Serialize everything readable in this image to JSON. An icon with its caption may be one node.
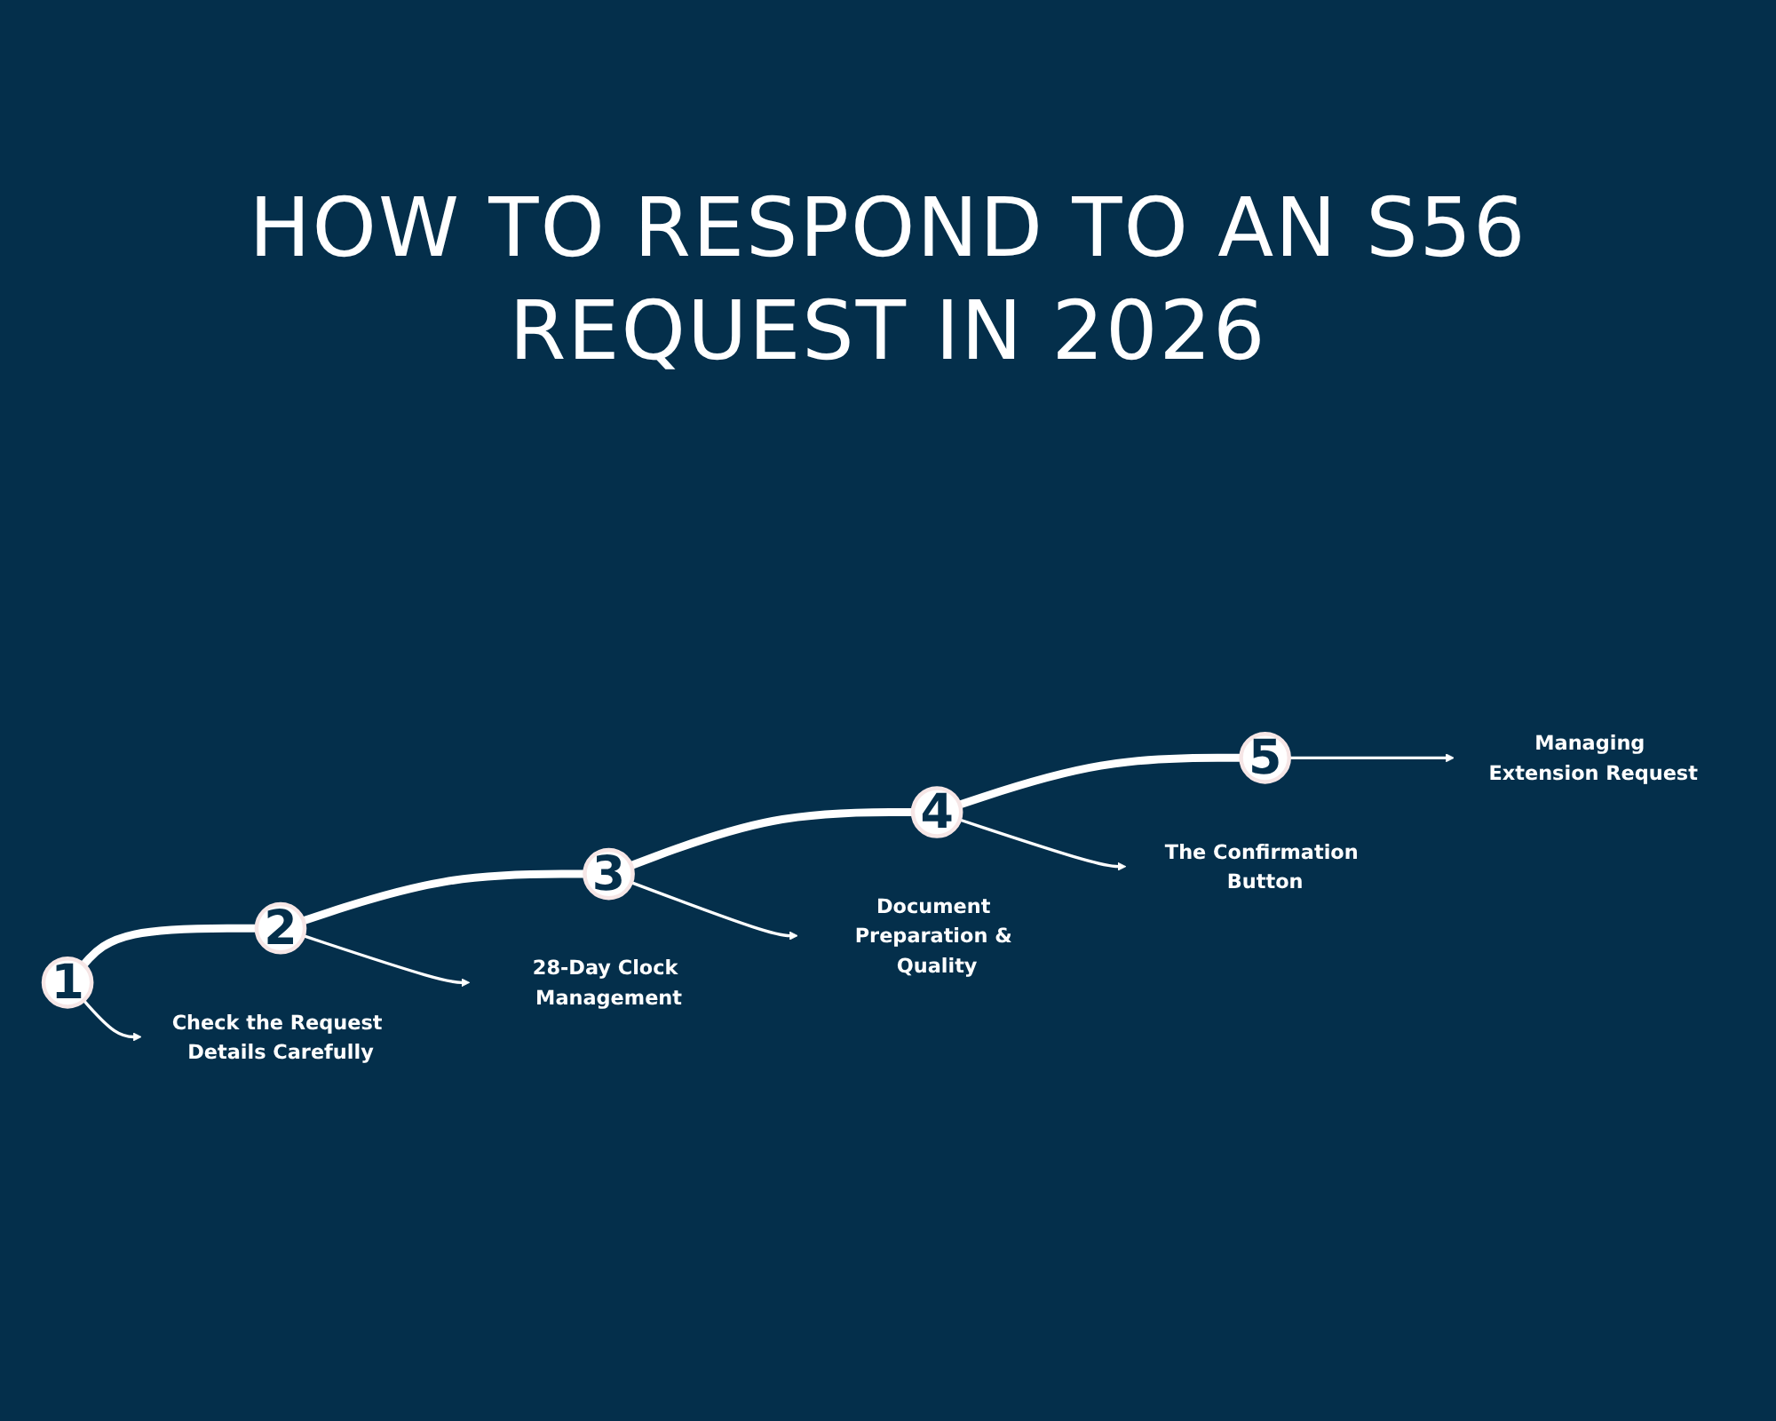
{
  "diagram": {
    "title": "HOW TO RESPOND TO AN S56 REQUEST IN 2026",
    "nodes": [
      {
        "text": [
          "1"
        ]
      },
      {
        "text": [
          "2"
        ]
      },
      {
        "text": [
          "3"
        ]
      },
      {
        "text": [
          "4"
        ]
      },
      {
        "text": [
          "5"
        ]
      },
      {
        "text": [
          "Check the Request Details Carefully"
        ]
      },
      {
        "text": [
          "28-Day Clock Management"
        ]
      },
      {
        "text": [
          "Document Preparation & Quality"
        ]
      },
      {
        "text": [
          "The Confirmation Button"
        ]
      },
      {
        "text": [
          "Managing Extension Request"
        ]
      }
    ],
    "edges": [
      {
        "from": 0,
        "to": 1,
        "arrow": "none",
        "style": "thick"
      },
      {
        "from": 1,
        "to": 2,
        "arrow": "none",
        "style": "thick"
      },
      {
        "from": 2,
        "to": 3,
        "arrow": "none",
        "style": "thick"
      },
      {
        "from": 3,
        "to": 4,
        "arrow": "none",
        "style": "thick"
      },
      {
        "from": 0,
        "to": 5,
        "arrow": "to"
      },
      {
        "from": 1,
        "to": 6,
        "arrow": "to"
      },
      {
        "from": 2,
        "to": 7,
        "arrow": "to"
      },
      {
        "from": 3,
        "to": 8,
        "arrow": "to"
      },
      {
        "from": 4,
        "to": 9,
        "arrow": "to"
      }
    ]
  }
}
